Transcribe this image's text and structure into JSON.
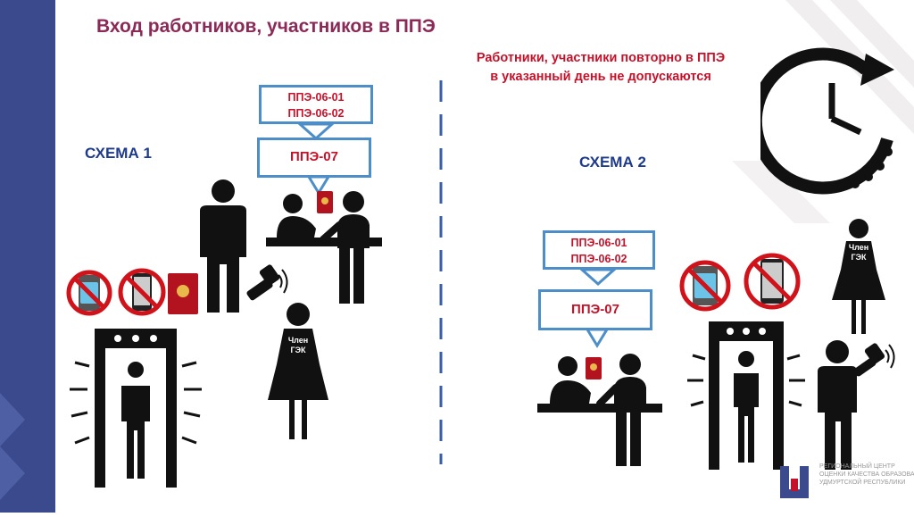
{
  "title": "Вход работников, участников в ППЭ",
  "notice": {
    "line1": "Работники, участники повторно в ППЭ",
    "line2": "в указанный день не допускаются"
  },
  "scheme1": {
    "label": "СХЕМА 1",
    "box_top": [
      "ППЭ-06-01",
      "ППЭ-06-02"
    ],
    "box_main": "ППЭ-07",
    "gek_label": [
      "Член",
      "ГЭК"
    ]
  },
  "scheme2": {
    "label": "СХЕМА 2",
    "box_top": [
      "ППЭ-06-01",
      "ППЭ-06-02"
    ],
    "box_main": "ППЭ-07",
    "gek_label": [
      "Член",
      "ГЭК"
    ]
  },
  "logo": {
    "lines": [
      "РЕГИОНАЛЬНЫЙ ЦЕНТР",
      "ОЦЕНКИ КАЧЕСТВА ОБРАЗОВАНИЯ",
      "УДМУРТСКОЙ РЕСПУБЛИКИ"
    ]
  },
  "colors": {
    "title": "#8b2a57",
    "notice": "#c4122b",
    "schema": "#1e3a8a",
    "box_border": "#4d8ec9",
    "stripe": "#3b4a8c",
    "prohibited": "#d0121b",
    "passport": "#b3121f"
  },
  "icons": [
    "clock-icon",
    "no-smartwatch-icon",
    "no-phone-icon",
    "passport-icon",
    "metal-detector-icon",
    "metal-detector-gate-icon",
    "person-icon"
  ]
}
